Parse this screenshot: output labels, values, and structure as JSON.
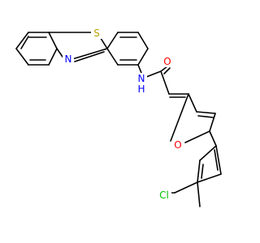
{
  "molecule": {
    "atoms": {
      "s": {
        "text": "S",
        "color": "#b8a200"
      },
      "n_thiazole": {
        "text": "N",
        "color": "#0000ff"
      },
      "nh": {
        "text": "N",
        "color": "#0000ff"
      },
      "h": {
        "text": "H",
        "color": "#0000ff"
      },
      "o_carbonyl": {
        "text": "O",
        "color": "#ff0000"
      },
      "o_furan": {
        "text": "O",
        "color": "#ff0000"
      },
      "cl": {
        "text": "Cl",
        "color": "#00c000"
      }
    },
    "bond_color": "#000000"
  }
}
